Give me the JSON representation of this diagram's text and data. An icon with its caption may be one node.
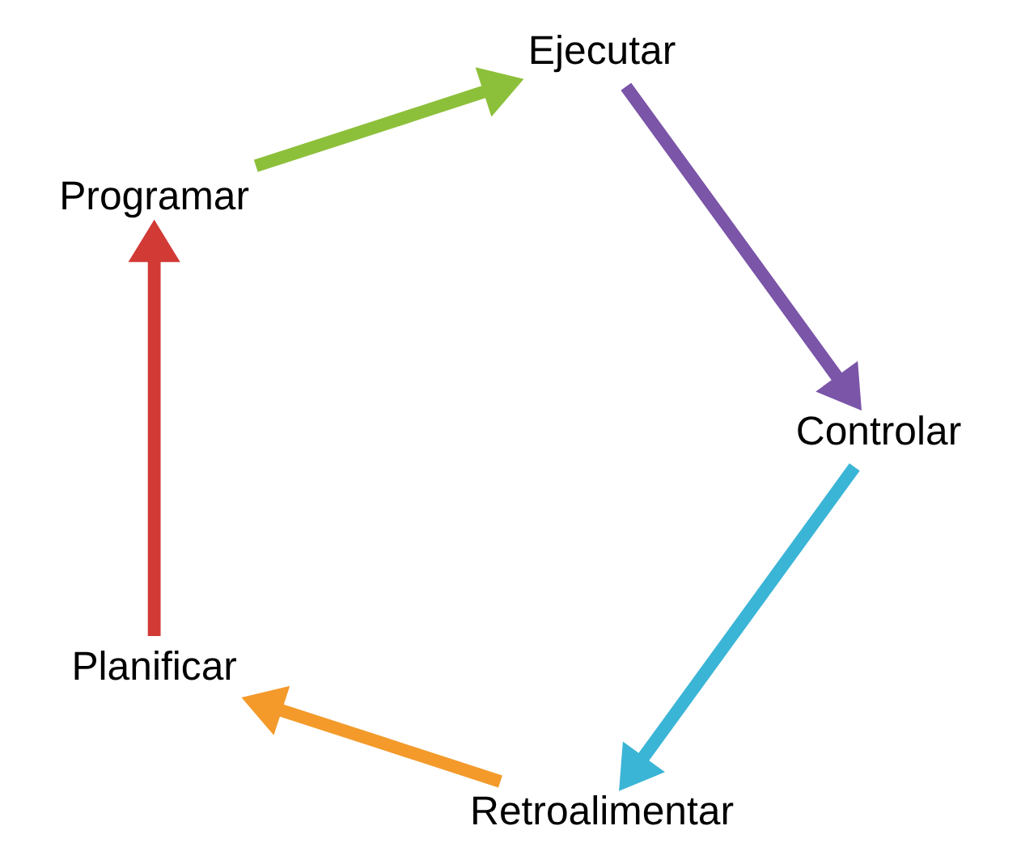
{
  "diagram": {
    "nodes": [
      {
        "text": [
          "Planificar"
        ]
      },
      {
        "text": [
          "Programar"
        ]
      },
      {
        "text": [
          "Ejecutar"
        ]
      },
      {
        "text": [
          "Controlar"
        ]
      },
      {
        "text": [
          "Retroalimentar"
        ]
      }
    ],
    "edges": [
      {
        "from": 4,
        "to": 0,
        "arrow": "to",
        "color": "#f39a2b"
      },
      {
        "from": 0,
        "to": 1,
        "arrow": "to",
        "color": "#d23a36"
      },
      {
        "from": 1,
        "to": 2,
        "arrow": "to",
        "color": "#8dc03a"
      },
      {
        "from": 2,
        "to": 3,
        "arrow": "to",
        "color": "#7b55a8"
      },
      {
        "from": 3,
        "to": 4,
        "arrow": "to",
        "color": "#3bb5d6"
      }
    ]
  }
}
